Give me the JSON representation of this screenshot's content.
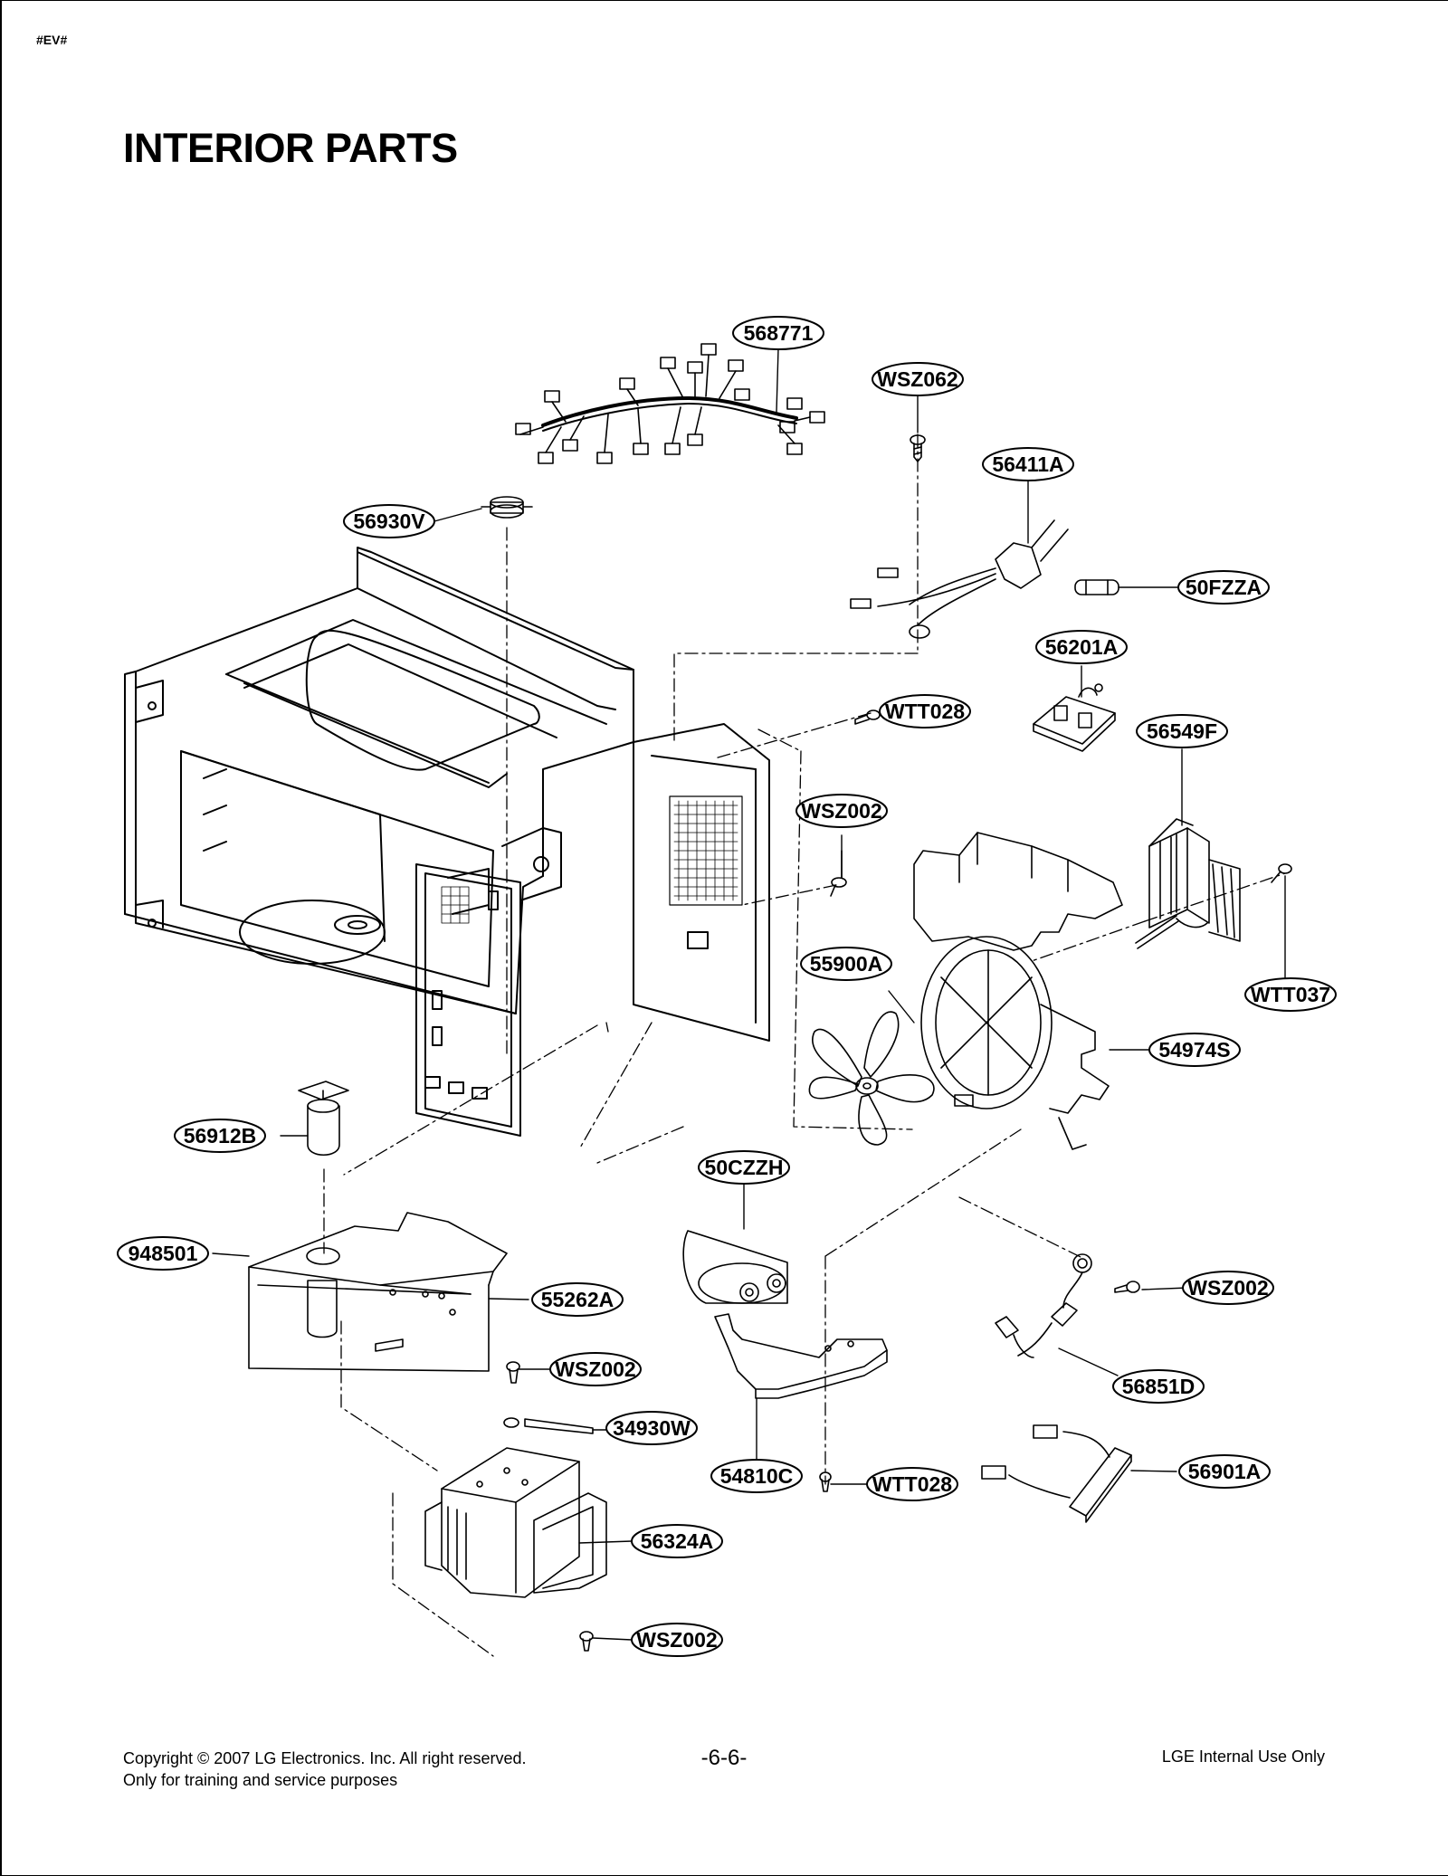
{
  "header": {
    "model_tag": "#EV#",
    "title": "INTERIOR PARTS"
  },
  "parts": [
    {
      "id": "p1",
      "code": "568771"
    },
    {
      "id": "p2",
      "code": "WSZ062"
    },
    {
      "id": "p3",
      "code": "56411A"
    },
    {
      "id": "p4",
      "code": "56930V"
    },
    {
      "id": "p5",
      "code": "50FZZA"
    },
    {
      "id": "p6",
      "code": "56201A"
    },
    {
      "id": "p7",
      "code": "WTT028"
    },
    {
      "id": "p8",
      "code": "56549F"
    },
    {
      "id": "p9",
      "code": "WSZ002"
    },
    {
      "id": "p10",
      "code": "55900A"
    },
    {
      "id": "p11",
      "code": "WTT037"
    },
    {
      "id": "p12",
      "code": "54974S"
    },
    {
      "id": "p13",
      "code": "56912B"
    },
    {
      "id": "p14",
      "code": "50CZZH"
    },
    {
      "id": "p15",
      "code": "948501"
    },
    {
      "id": "p16",
      "code": "55262A"
    },
    {
      "id": "p17",
      "code": "WSZ002"
    },
    {
      "id": "p18",
      "code": "WSZ002"
    },
    {
      "id": "p19",
      "code": "34930W"
    },
    {
      "id": "p20",
      "code": "56851D"
    },
    {
      "id": "p21",
      "code": "54810C"
    },
    {
      "id": "p22",
      "code": "WTT028"
    },
    {
      "id": "p23",
      "code": "56901A"
    },
    {
      "id": "p24",
      "code": "56324A"
    },
    {
      "id": "p25",
      "code": "WSZ002"
    }
  ],
  "footer": {
    "copyright": "Copyright © 2007 LG Electronics. Inc. All right reserved.",
    "purpose": "Only for training and service purposes",
    "page_number": "-6-6-",
    "internal": "LGE Internal Use Only"
  }
}
